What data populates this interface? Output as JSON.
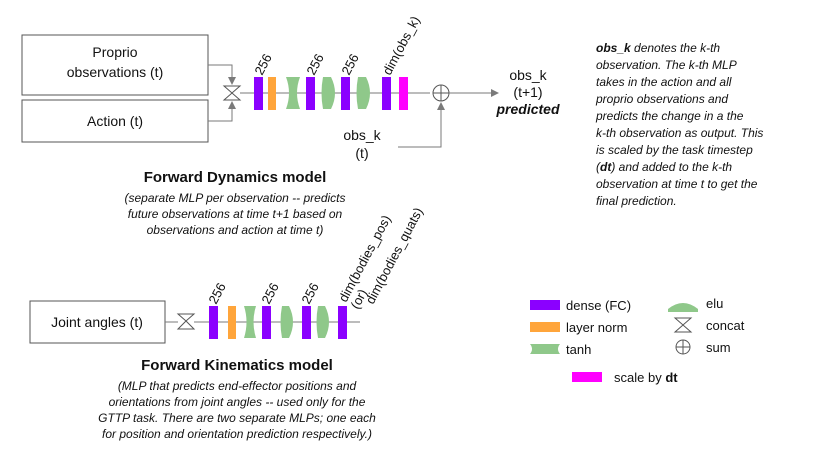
{
  "dynamics": {
    "input_proprio": [
      "Proprio",
      "observations (t)"
    ],
    "input_action": "Action (t)",
    "widths": [
      "256",
      "256",
      "256",
      "dim(obs_k)"
    ],
    "output": [
      "obs_k",
      "(t+1)",
      "predicted"
    ],
    "skip_input": [
      "obs_k",
      "(t)"
    ],
    "title": "Forward Dynamics model",
    "caption": [
      "(separate MLP per observation -- predicts",
      "future observations at time t+1 based on",
      "observations and action at time t)"
    ]
  },
  "kinematics": {
    "input": "Joint angles (t)",
    "widths": [
      "256",
      "256",
      "256"
    ],
    "output_labels": [
      "dim(bodies_pos)",
      "(or)",
      "dim(bodies_quats)"
    ],
    "title": "Forward Kinematics model",
    "caption": [
      "(MLP that predicts end-effector positions and",
      "orientations from joint angles -- used only for the",
      "GTTP task. There are two separate MLPs; one each",
      "for position and orientation prediction respectively.)"
    ]
  },
  "note": {
    "bold_term": "obs_k",
    "line1_rest": " denotes the k-th",
    "lines": [
      "observation. The k-th MLP",
      "takes in the action and all",
      "proprio observations and",
      "predicts the change in a the",
      "k-th observation as output. This",
      "is scaled by the task timestep"
    ],
    "dt_open": "(",
    "dt": "dt",
    "dt_close": ") and added to the k-th",
    "lines_after": [
      "observation at time t to get the",
      "final prediction."
    ]
  },
  "legend": {
    "dense": "dense (FC)",
    "layer_norm": "layer norm",
    "tanh": "tanh",
    "elu": "elu",
    "concat": "concat",
    "sum": "sum",
    "scale_prefix": "scale by ",
    "scale_bold": "dt"
  },
  "colors": {
    "dense": "#8b00ff",
    "layer_norm": "#ffa53b",
    "activation": "#8fc88a",
    "scale": "#ff00ff",
    "line": "#7a7a7a"
  },
  "icons": [
    "concat-icon",
    "sum-icon"
  ]
}
